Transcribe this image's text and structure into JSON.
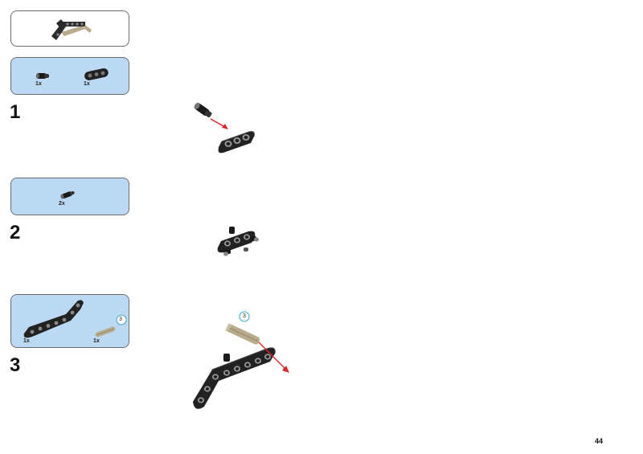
{
  "parts_lists": [
    {
      "items": [
        {
          "qty": "1x"
        },
        {
          "qty": "1x"
        }
      ]
    },
    {
      "items": [
        {
          "qty": "2x"
        }
      ]
    },
    {
      "items": [
        {
          "qty": "1x"
        },
        {
          "qty": "1x",
          "size": "3"
        }
      ]
    }
  ],
  "steps": [
    {
      "number": "1"
    },
    {
      "number": "2"
    },
    {
      "number": "3",
      "callout_size": "3"
    }
  ],
  "page_number": "44",
  "colors": {
    "callout_box": "#bcd9f4",
    "beam": "#2b2b2b",
    "arrow": "#e0262a",
    "axle": "#b8ab8c",
    "size_circle": "#33aacc"
  }
}
